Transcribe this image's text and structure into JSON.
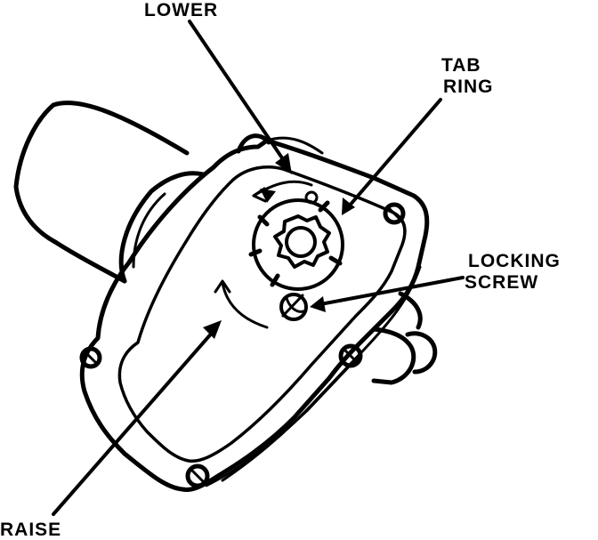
{
  "labels": {
    "lower": "LOWER",
    "tab": "TAB",
    "ring": "RING",
    "locking": "LOCKING",
    "screw": "SCREW",
    "raise": "RAISE"
  },
  "colors": {
    "ink": "#000000",
    "paper": "#ffffff"
  }
}
